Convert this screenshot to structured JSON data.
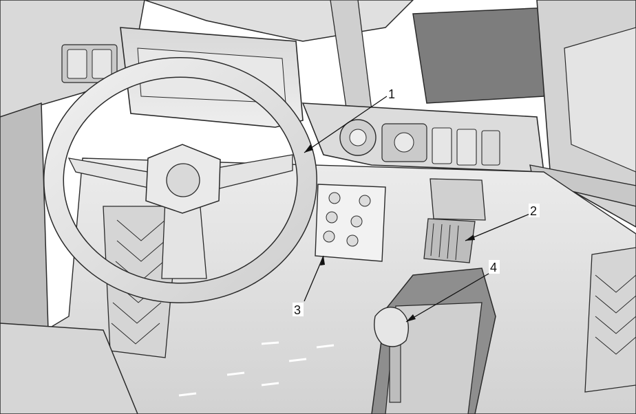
{
  "figure": {
    "colors": {
      "background": "#ffffff",
      "light": "#e2e2e2",
      "mid": "#c4c4c4",
      "dark": "#8c8c8c",
      "line": "#2a2a2a"
    },
    "callouts": [
      {
        "id": "1",
        "label": "1",
        "part": "steering-column-area"
      },
      {
        "id": "2",
        "label": "2",
        "part": "accelerator-pedal"
      },
      {
        "id": "3",
        "label": "3",
        "part": "brake-pedal"
      },
      {
        "id": "4",
        "label": "4",
        "part": "gear-selector-lever"
      }
    ]
  }
}
